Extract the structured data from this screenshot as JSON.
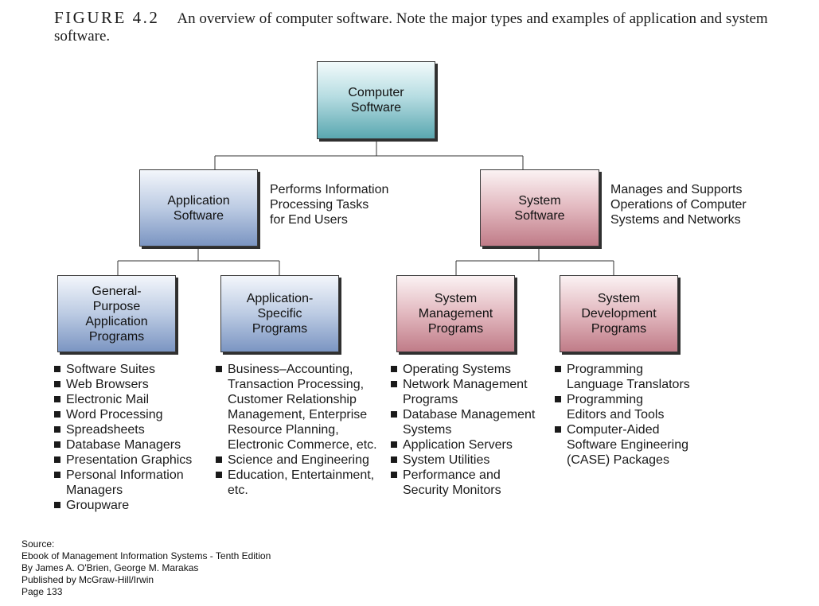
{
  "caption": {
    "label": "FIGURE 4.2",
    "text": "An overview of computer software. Note the major types and examples of application and system software."
  },
  "root": {
    "label": "Computer\nSoftware"
  },
  "application": {
    "label": "Application\nSoftware",
    "description": "Performs Information\nProcessing Tasks\nfor End Users",
    "general": {
      "label": "General-\nPurpose\nApplication\nPrograms",
      "items": [
        "Software Suites",
        "Web Browsers",
        "Electronic Mail",
        "Word Processing",
        "Spreadsheets",
        "Database Managers",
        "Presentation Graphics",
        "Personal Information\nManagers",
        "Groupware"
      ]
    },
    "specific": {
      "label": "Application-Specific\nPrograms",
      "items": [
        "Business–Accounting,\nTransaction Processing,\nCustomer Relationship\nManagement, Enterprise\nResource Planning,\nElectronic Commerce, etc.",
        "Science and Engineering",
        "Education, Entertainment,\netc."
      ]
    }
  },
  "system": {
    "label": "System\nSoftware",
    "description": "Manages and Supports\nOperations of Computer\nSystems and Networks",
    "management": {
      "label": "System\nManagement\nPrograms",
      "items": [
        "Operating Systems",
        "Network Management\nPrograms",
        "Database Management\nSystems",
        "Application Servers",
        "System Utilities",
        "Performance and\nSecurity Monitors"
      ]
    },
    "development": {
      "label": "System\nDevelopment\nPrograms",
      "items": [
        "Programming\nLanguage Translators",
        "Programming\nEditors and Tools",
        "Computer-Aided\nSoftware Engineering\n(CASE) Packages"
      ]
    }
  },
  "source": [
    "Source:",
    "Ebook of Management Information Systems - Tenth Edition",
    "By James A. O'Brien, George M. Marakas",
    "Published by McGraw-Hill/Irwin",
    "Page 133"
  ],
  "colors": {
    "root": "#5aa7b0",
    "application": "#7b95c2",
    "system": "#c07c88",
    "connector": "#333333"
  }
}
